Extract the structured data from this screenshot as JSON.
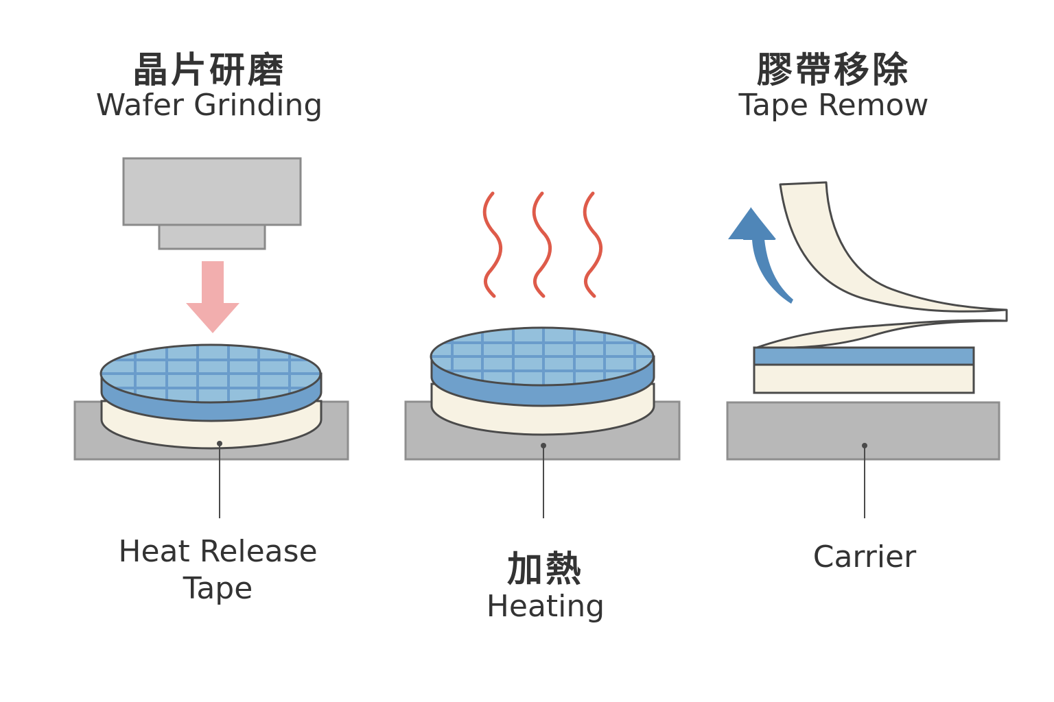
{
  "steps": [
    {
      "title_zh": "晶片研磨",
      "title_en": "Wafer Grinding",
      "label_line1": "Heat Release",
      "label_line2": "Tape"
    },
    {
      "label_zh": "加熱",
      "label_en": "Heating"
    },
    {
      "title_zh": "膠帶移除",
      "title_en": "Tape Remow",
      "label": "Carrier"
    }
  ],
  "colors": {
    "text": "#333333",
    "outline": "#4a4a4a",
    "carrier_fill": "#b8b8b8",
    "grinder_fill": "#cacaca",
    "wafer_top": "#94c0dc",
    "wafer_grid": "#6a9ccb",
    "wafer_edge": "#6fa0cb",
    "tape_fill": "#f7f2e3",
    "press_arrow": "#f2aeae",
    "heat_wave": "#de5b4a",
    "peel_arrow": "#4f86b8"
  },
  "icons": {
    "press_arrow": "arrow-down-icon",
    "heat_waves": "heat-wave-icon",
    "peel_arrow": "curved-arrow-up-icon"
  }
}
